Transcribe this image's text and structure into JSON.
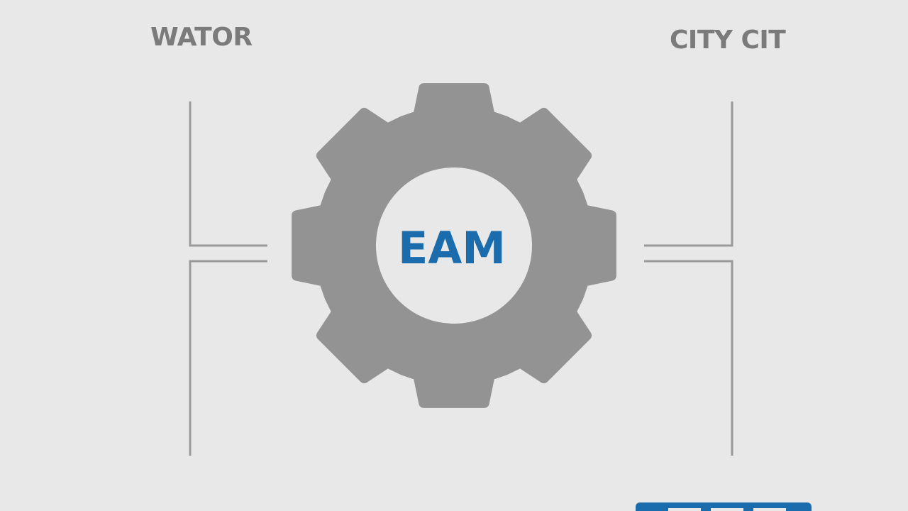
{
  "labels": {
    "left": "WATOR",
    "right": "CITY CIT"
  },
  "hub": {
    "text": "EAM",
    "icon": "gear-icon"
  },
  "colors": {
    "background": "#e8e8e8",
    "gear": "#939393",
    "hub_fill": "#e8e8e8",
    "hub_text": "#1a6cac",
    "lines": "#9a9a9a",
    "label_text": "#7b7b7b",
    "accent_bar": "#1a6cac"
  }
}
